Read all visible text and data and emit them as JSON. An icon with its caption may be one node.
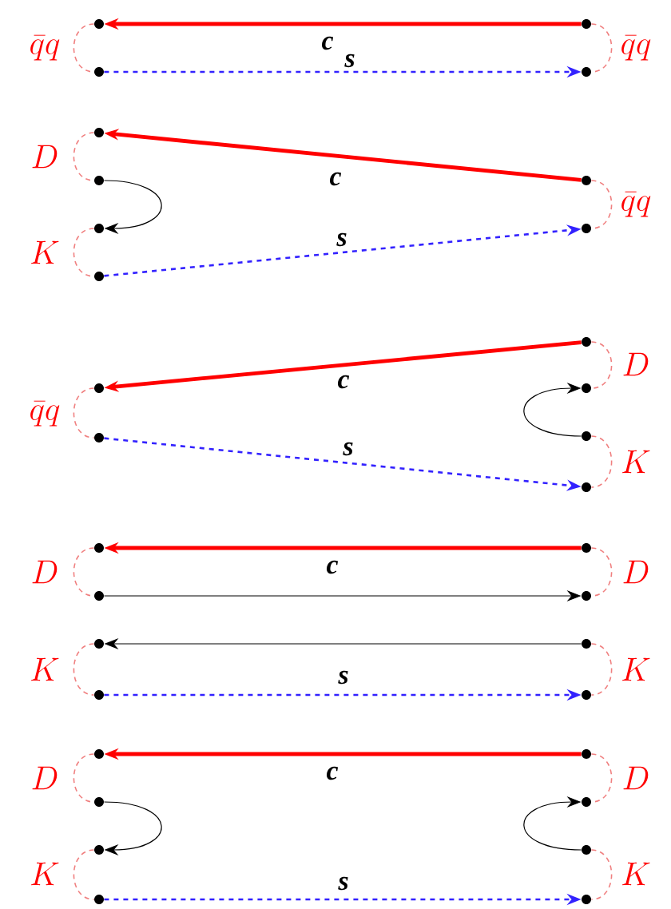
{
  "diagram": {
    "nodes": [
      {
        "text": [],
        "shape": "circle"
      },
      {
        "text": [],
        "shape": "circle"
      },
      {
        "text": [],
        "shape": "circle"
      },
      {
        "text": [],
        "shape": "circle"
      },
      {
        "text": [],
        "shape": "circle"
      },
      {
        "text": [],
        "shape": "circle"
      },
      {
        "text": [],
        "shape": "circle"
      },
      {
        "text": [],
        "shape": "circle"
      },
      {
        "text": [],
        "shape": "circle"
      },
      {
        "text": [],
        "shape": "circle"
      },
      {
        "text": [],
        "shape": "circle"
      },
      {
        "text": [],
        "shape": "circle"
      },
      {
        "text": [],
        "shape": "circle"
      },
      {
        "text": [],
        "shape": "circle"
      },
      {
        "text": [],
        "shape": "circle"
      },
      {
        "text": [],
        "shape": "circle"
      },
      {
        "text": [],
        "shape": "circle"
      },
      {
        "text": [],
        "shape": "circle"
      },
      {
        "text": [],
        "shape": "circle"
      },
      {
        "text": [],
        "shape": "circle"
      },
      {
        "text": [],
        "shape": "circle"
      },
      {
        "text": [],
        "shape": "circle"
      },
      {
        "text": [],
        "shape": "circle"
      },
      {
        "text": [],
        "shape": "circle"
      },
      {
        "text": [],
        "shape": "circle"
      },
      {
        "text": [],
        "shape": "circle"
      },
      {
        "text": [],
        "shape": "circle"
      },
      {
        "text": [],
        "shape": "circle"
      },
      {
        "text": [],
        "shape": "circle"
      },
      {
        "text": [],
        "shape": "circle"
      },
      {
        "text": [],
        "shape": "circle"
      },
      {
        "text": [],
        "shape": "circle"
      }
    ],
    "edges": [
      {
        "from": 1,
        "to": 0,
        "arrow": "to",
        "label": "c",
        "style": "thick",
        "color": "#ff0000"
      },
      {
        "from": 2,
        "to": 3,
        "arrow": "to",
        "label": "s",
        "style": "dashed",
        "color": "#3322ff"
      },
      {
        "from": 0,
        "to": 2,
        "arrow": "none",
        "style": "dashed",
        "color": "#f08080"
      },
      {
        "from": 1,
        "to": 3,
        "arrow": "none",
        "style": "dashed",
        "color": "#f08080"
      },
      {
        "from": 6,
        "to": 4,
        "arrow": "to",
        "label": "c",
        "style": "thick",
        "color": "#ff0000"
      },
      {
        "from": 9,
        "to": 8,
        "arrow": "to",
        "label": "s",
        "style": "dashed",
        "color": "#3322ff"
      },
      {
        "from": 5,
        "to": 7,
        "arrow": "to",
        "color": "#000000"
      },
      {
        "from": 4,
        "to": 5,
        "arrow": "none",
        "style": "dashed",
        "color": "#f08080"
      },
      {
        "from": 7,
        "to": 9,
        "arrow": "none",
        "style": "dashed",
        "color": "#f08080"
      },
      {
        "from": 6,
        "to": 8,
        "arrow": "none",
        "style": "dashed",
        "color": "#f08080"
      },
      {
        "from": 10,
        "to": 11,
        "arrow": "to",
        "label": "c",
        "style": "thick",
        "color": "#ff0000"
      },
      {
        "from": 13,
        "to": 15,
        "arrow": "to",
        "label": "s",
        "style": "dashed",
        "color": "#3322ff"
      },
      {
        "from": 14,
        "to": 12,
        "arrow": "to",
        "color": "#000000"
      },
      {
        "from": 11,
        "to": 13,
        "arrow": "none",
        "style": "dashed",
        "color": "#f08080"
      },
      {
        "from": 10,
        "to": 12,
        "arrow": "none",
        "style": "dashed",
        "color": "#f08080"
      },
      {
        "from": 14,
        "to": 15,
        "arrow": "none",
        "style": "dashed",
        "color": "#f08080"
      },
      {
        "from": 17,
        "to": 16,
        "arrow": "to",
        "label": "c",
        "style": "thick",
        "color": "#ff0000"
      },
      {
        "from": 18,
        "to": 19,
        "arrow": "to",
        "color": "#000000"
      },
      {
        "from": 21,
        "to": 20,
        "arrow": "to",
        "color": "#000000"
      },
      {
        "from": 22,
        "to": 23,
        "arrow": "to",
        "label": "s",
        "style": "dashed",
        "color": "#3322ff"
      },
      {
        "from": 16,
        "to": 18,
        "arrow": "none",
        "style": "dashed",
        "color": "#f08080"
      },
      {
        "from": 17,
        "to": 19,
        "arrow": "none",
        "style": "dashed",
        "color": "#f08080"
      },
      {
        "from": 20,
        "to": 22,
        "arrow": "none",
        "style": "dashed",
        "color": "#f08080"
      },
      {
        "from": 21,
        "to": 23,
        "arrow": "none",
        "style": "dashed",
        "color": "#f08080"
      },
      {
        "from": 25,
        "to": 24,
        "arrow": "to",
        "label": "c",
        "style": "thick",
        "color": "#ff0000"
      },
      {
        "from": 26,
        "to": 28,
        "arrow": "to",
        "color": "#000000"
      },
      {
        "from": 29,
        "to": 27,
        "arrow": "to",
        "color": "#000000"
      },
      {
        "from": 30,
        "to": 31,
        "arrow": "to",
        "label": "s",
        "style": "dashed",
        "color": "#3322ff"
      },
      {
        "from": 24,
        "to": 26,
        "arrow": "none",
        "style": "dashed",
        "color": "#f08080"
      },
      {
        "from": 25,
        "to": 27,
        "arrow": "none",
        "style": "dashed",
        "color": "#f08080"
      },
      {
        "from": 28,
        "to": 30,
        "arrow": "none",
        "style": "dashed",
        "color": "#f08080"
      },
      {
        "from": 29,
        "to": 31,
        "arrow": "none",
        "style": "dashed",
        "color": "#f08080"
      }
    ],
    "labels": [
      "\\bar{q}q",
      "\\bar{q}q",
      "D",
      "\\bar{q}q",
      "K",
      "D",
      "\\bar{q}q",
      "K",
      "D",
      "D",
      "K",
      "K",
      "D",
      "D",
      "K",
      "K"
    ]
  }
}
